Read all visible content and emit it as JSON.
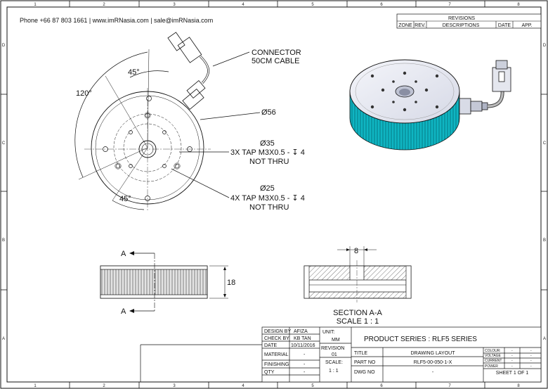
{
  "header": {
    "contact": "Phone +66 87 803 1661 | www.imRNasia.com | sale@imRNasia.com"
  },
  "border": {
    "columns": [
      "1",
      "2",
      "3",
      "4",
      "5",
      "6",
      "7",
      "8"
    ],
    "rows": [
      "D",
      "C",
      "B",
      "A"
    ]
  },
  "revisions": {
    "title": "REVISIONS",
    "headers": [
      "ZONE",
      "REV.",
      "DESCRIPTIONS",
      "DATE",
      "APP."
    ]
  },
  "annotations": {
    "connector_line1": "CONNECTOR",
    "connector_line2": "50CM CABLE",
    "angle_45_top": "45°",
    "angle_120": "120°",
    "angle_45_bottom": "45°",
    "dia_56": "Ø56",
    "dia_35": "Ø35",
    "tap_3x_line1": "3X TAP M3X0.5 - ↧ 4",
    "tap_3x_line2": "NOT THRU",
    "dia_25": "Ø25",
    "tap_4x_line1": "4X TAP M3X0.5 - ↧ 4",
    "tap_4x_line2": "NOT THRU",
    "dim_18": "18",
    "dim_8": "8",
    "section_A_top": "A",
    "section_A_bottom": "A",
    "section_title": "SECTION A-A",
    "section_scale": "SCALE 1 : 1"
  },
  "title_block": {
    "design_by_label": "DESIGN BY",
    "design_by_value": "AFIZA",
    "check_by_label": "CHECK BY",
    "check_by_value": "KB TAN",
    "date_label": "DATE",
    "date_value": "10/11/2016",
    "material_label": "MATERIAL",
    "material_value": "-",
    "finishing_label": "FINISHING",
    "finishing_value": "-",
    "qty_label": "QTY",
    "qty_value": "-",
    "unit_label": "UNIT:",
    "unit_value": "MM",
    "revision_label": "REVISION",
    "revision_value": "01",
    "scale_label": "SCALE:",
    "scale_value": "1 : 1",
    "product_series": "PRODUCT SERIES : RLF5 SERIES",
    "title_label": "TITLE",
    "title_value": "DRAWING LAYOUT",
    "part_no_label": "PART NO",
    "part_no_value": "RLF5-00-050-1-X",
    "dwg_no_label": "DWG NO",
    "dwg_no_value": "-",
    "colour_label": "COLOUR:",
    "voltage_label": "VOLTAGE",
    "current_label": "CURRENT",
    "power_label": "POWER",
    "spec_dash": "-",
    "sheet": "SHEET 1 OF 1"
  },
  "colors": {
    "teal": "#0fb5c2",
    "line": "#111111",
    "hatch": "#555555"
  }
}
